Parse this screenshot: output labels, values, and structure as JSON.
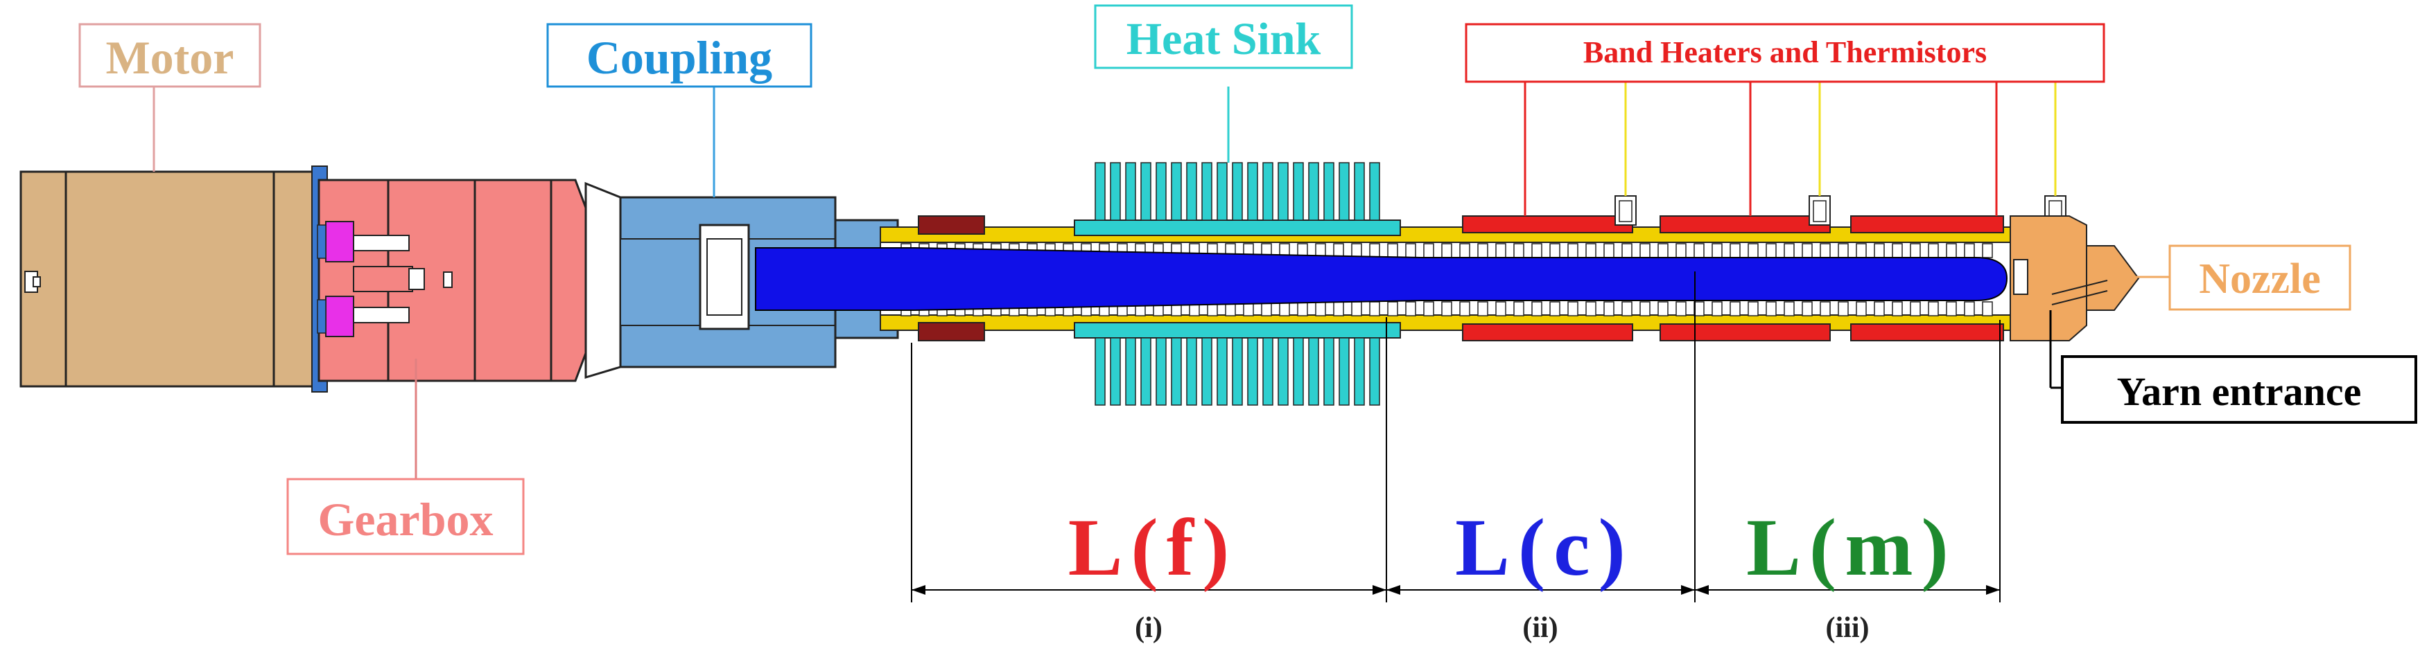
{
  "labels": {
    "motor": "Motor",
    "coupling": "Coupling",
    "heat_sink": "Heat Sink",
    "band_heaters": "Band Heaters and Thermistors",
    "nozzle": "Nozzle",
    "gearbox": "Gearbox",
    "yarn_entrance": "Yarn entrance"
  },
  "zones": [
    {
      "symbol": "L",
      "letter": "f",
      "roman": "(i)",
      "color": "#e8262b"
    },
    {
      "symbol": "L",
      "letter": "c",
      "roman": "(ii)",
      "color": "#1c22e0"
    },
    {
      "symbol": "L",
      "letter": "m",
      "roman": "(iii)",
      "color": "#1d8a2e"
    }
  ],
  "colors": {
    "motor": "#d9b383",
    "gearbox": "#f48583",
    "coupling": "#6fa6d8",
    "coupling_label": "#1e90d8",
    "heat_sink": "#2ecfcf",
    "heater": "#e82020",
    "barrel": "#f0d000",
    "screw_core": "#1010e8",
    "nozzle": "#f0a860",
    "dark_red": "#8b1a1a",
    "magenta": "#e830e8",
    "yellow_wire": "#f0e020"
  }
}
